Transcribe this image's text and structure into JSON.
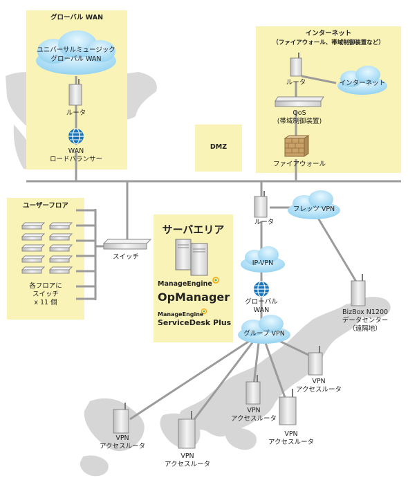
{
  "global_wan": {
    "title": "グローバル WAN",
    "cloud_line1": "ユニバーサルミュージック",
    "cloud_line2": "グローバル WAN",
    "router_label": "ルータ",
    "lb_line1": "WAN",
    "lb_line2": "ロードバランサー"
  },
  "internet": {
    "title": "インターネット",
    "subtitle": "（ファイアウォール、帯域制御装置など）",
    "router_label": "ルータ",
    "cloud_label": "インターネット",
    "qos_line1": "QoS",
    "qos_line2": "(帯域制御装置)",
    "firewall_label": "ファイアウォール"
  },
  "dmz": {
    "label": "DMZ"
  },
  "user_floor": {
    "title": "ユーザーフロア",
    "line1": "各フロアに",
    "line2": "スイッチ",
    "line3": "x 11 個",
    "switch_label": "スイッチ"
  },
  "server_area": {
    "title": "サーバエリア",
    "me1": "ManageEngine",
    "product1": "OpManager",
    "me2": "ManageEngine",
    "product2": "ServiceDesk Plus"
  },
  "core": {
    "router_label": "ルータ",
    "flets_vpn": "フレッツ VPN",
    "ip_vpn": "IP-VPN",
    "global_wan_line1": "グローバル",
    "global_wan_line2": "WAN",
    "group_vpn": "グループ VPN"
  },
  "bizbox": {
    "line1": "BizBox N1200",
    "line2": "データセンター",
    "line3": "（遠隔地）"
  },
  "vpn_routers": [
    {
      "line1": "VPN",
      "line2": "アクセスルータ"
    },
    {
      "line1": "VPN",
      "line2": "アクセスルータ"
    },
    {
      "line1": "VPN",
      "line2": "アクセスルータ"
    },
    {
      "line1": "VPN",
      "line2": "アクセスルータ"
    },
    {
      "line1": "VPN",
      "line2": "アクセスルータ"
    }
  ],
  "colors": {
    "panel": "#faf3b8",
    "map": "#d7d7d7",
    "cloud": "#a8dcf3",
    "line": "#9b9b9b",
    "device": "#e6e6e6",
    "globe": "#1b75bb",
    "firewall": "#c9a26a",
    "manageengine_orange": "#f7a600"
  }
}
